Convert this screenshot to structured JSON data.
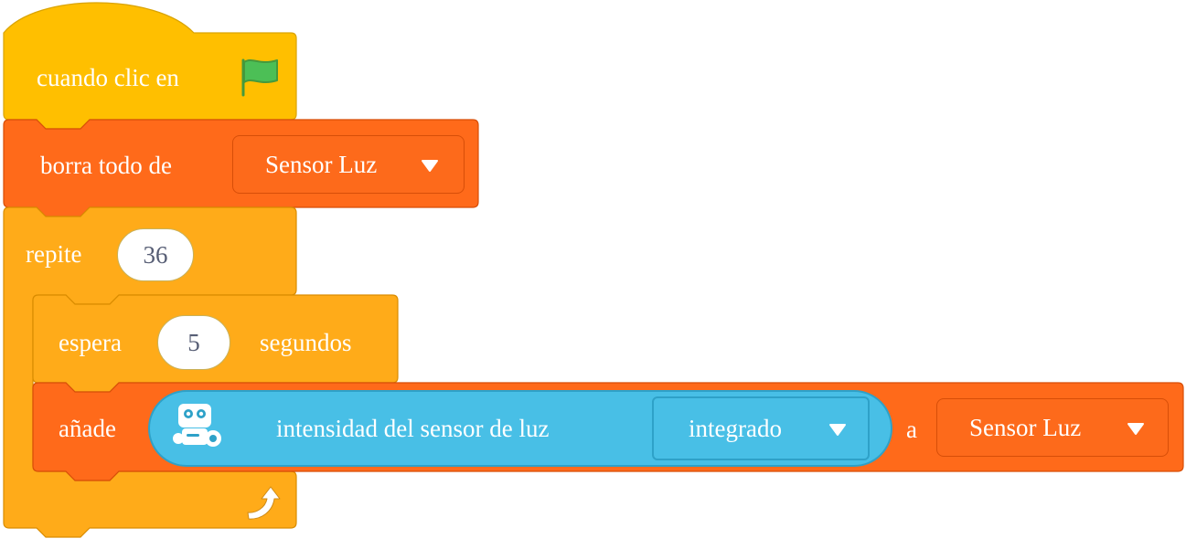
{
  "colors": {
    "events": "#ffbf00",
    "list": "#ff6a1a",
    "control": "#ffab19",
    "sensor": "#4cbfe6"
  },
  "blocks": {
    "hat": {
      "label": "cuando clic en",
      "icon": "green-flag-icon"
    },
    "clear": {
      "label": "borra todo de",
      "list": "Sensor Luz"
    },
    "repeat": {
      "label": "repite",
      "times": "36",
      "loop_icon": "loop-arrow-icon"
    },
    "wait": {
      "label": "espera",
      "seconds": "5",
      "unit": "segundos"
    },
    "add": {
      "label": "añade",
      "sensor_icon": "robot-icon",
      "sensor_label": "intensidad del sensor de luz",
      "sensor_option": "integrado",
      "connector": "a",
      "list": "Sensor Luz"
    }
  }
}
